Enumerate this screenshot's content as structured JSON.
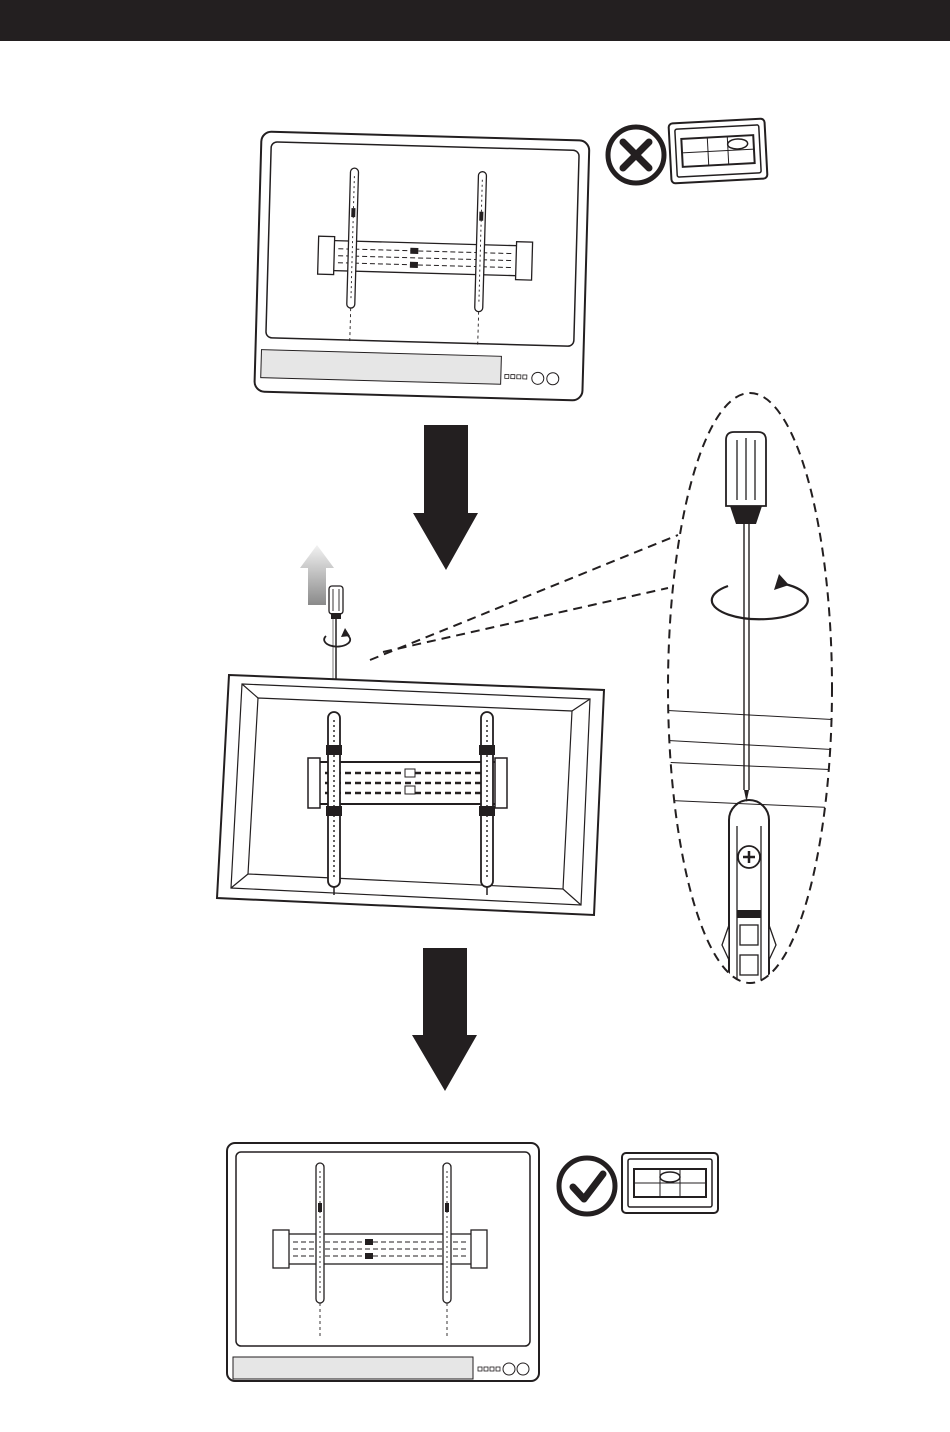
{
  "header": {
    "bar_color": "#231f20"
  },
  "steps": [
    {
      "id": "step-1",
      "status": "incorrect",
      "status_icon": "cross-circle-icon",
      "level_bubble": "off-center",
      "tv_orientation": "tilted"
    },
    {
      "id": "step-2",
      "action": "adjust-screw",
      "tool": "screwdriver-icon",
      "rotation_icon": "rotate-icon",
      "direction_icon": "up-arrow-icon",
      "detail_callout": "dashed-ellipse-zoom"
    },
    {
      "id": "step-3",
      "status": "correct",
      "status_icon": "check-circle-icon",
      "level_bubble": "centered",
      "tv_orientation": "level"
    }
  ],
  "flow_arrows": [
    "down-arrow-icon",
    "down-arrow-icon"
  ],
  "colors": {
    "ink": "#231f20",
    "paper": "#ffffff",
    "panel_fill": "#e6e6e6",
    "arrow_fade_top": "#f2f2f2",
    "arrow_fade_bottom": "#8a8a8a"
  }
}
